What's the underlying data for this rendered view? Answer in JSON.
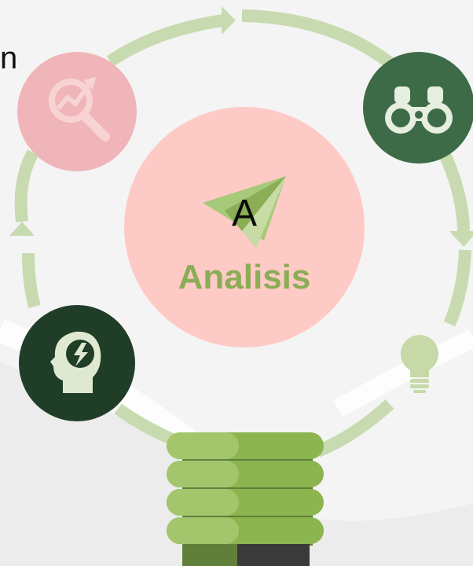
{
  "corner_text": "n",
  "center": {
    "letter": "A",
    "title": "Analisis"
  },
  "nodes": [
    {
      "id": "search",
      "icon": "search-growth-icon",
      "color": "#f0b5b8"
    },
    {
      "id": "binoculars",
      "icon": "binoculars-icon",
      "color": "#3d6b47"
    },
    {
      "id": "idea",
      "icon": "lightbulb-icon",
      "color": "#c6d9a6"
    },
    {
      "id": "mind",
      "icon": "head-brain-icon",
      "color": "#1f3d27"
    }
  ],
  "colors": {
    "ring": "#c8dbb0",
    "center_fill": "#fecac5",
    "title_text": "#8aad55",
    "bulb_base_light": "#8cb550",
    "bulb_base_dark": "#5f7f3a"
  }
}
